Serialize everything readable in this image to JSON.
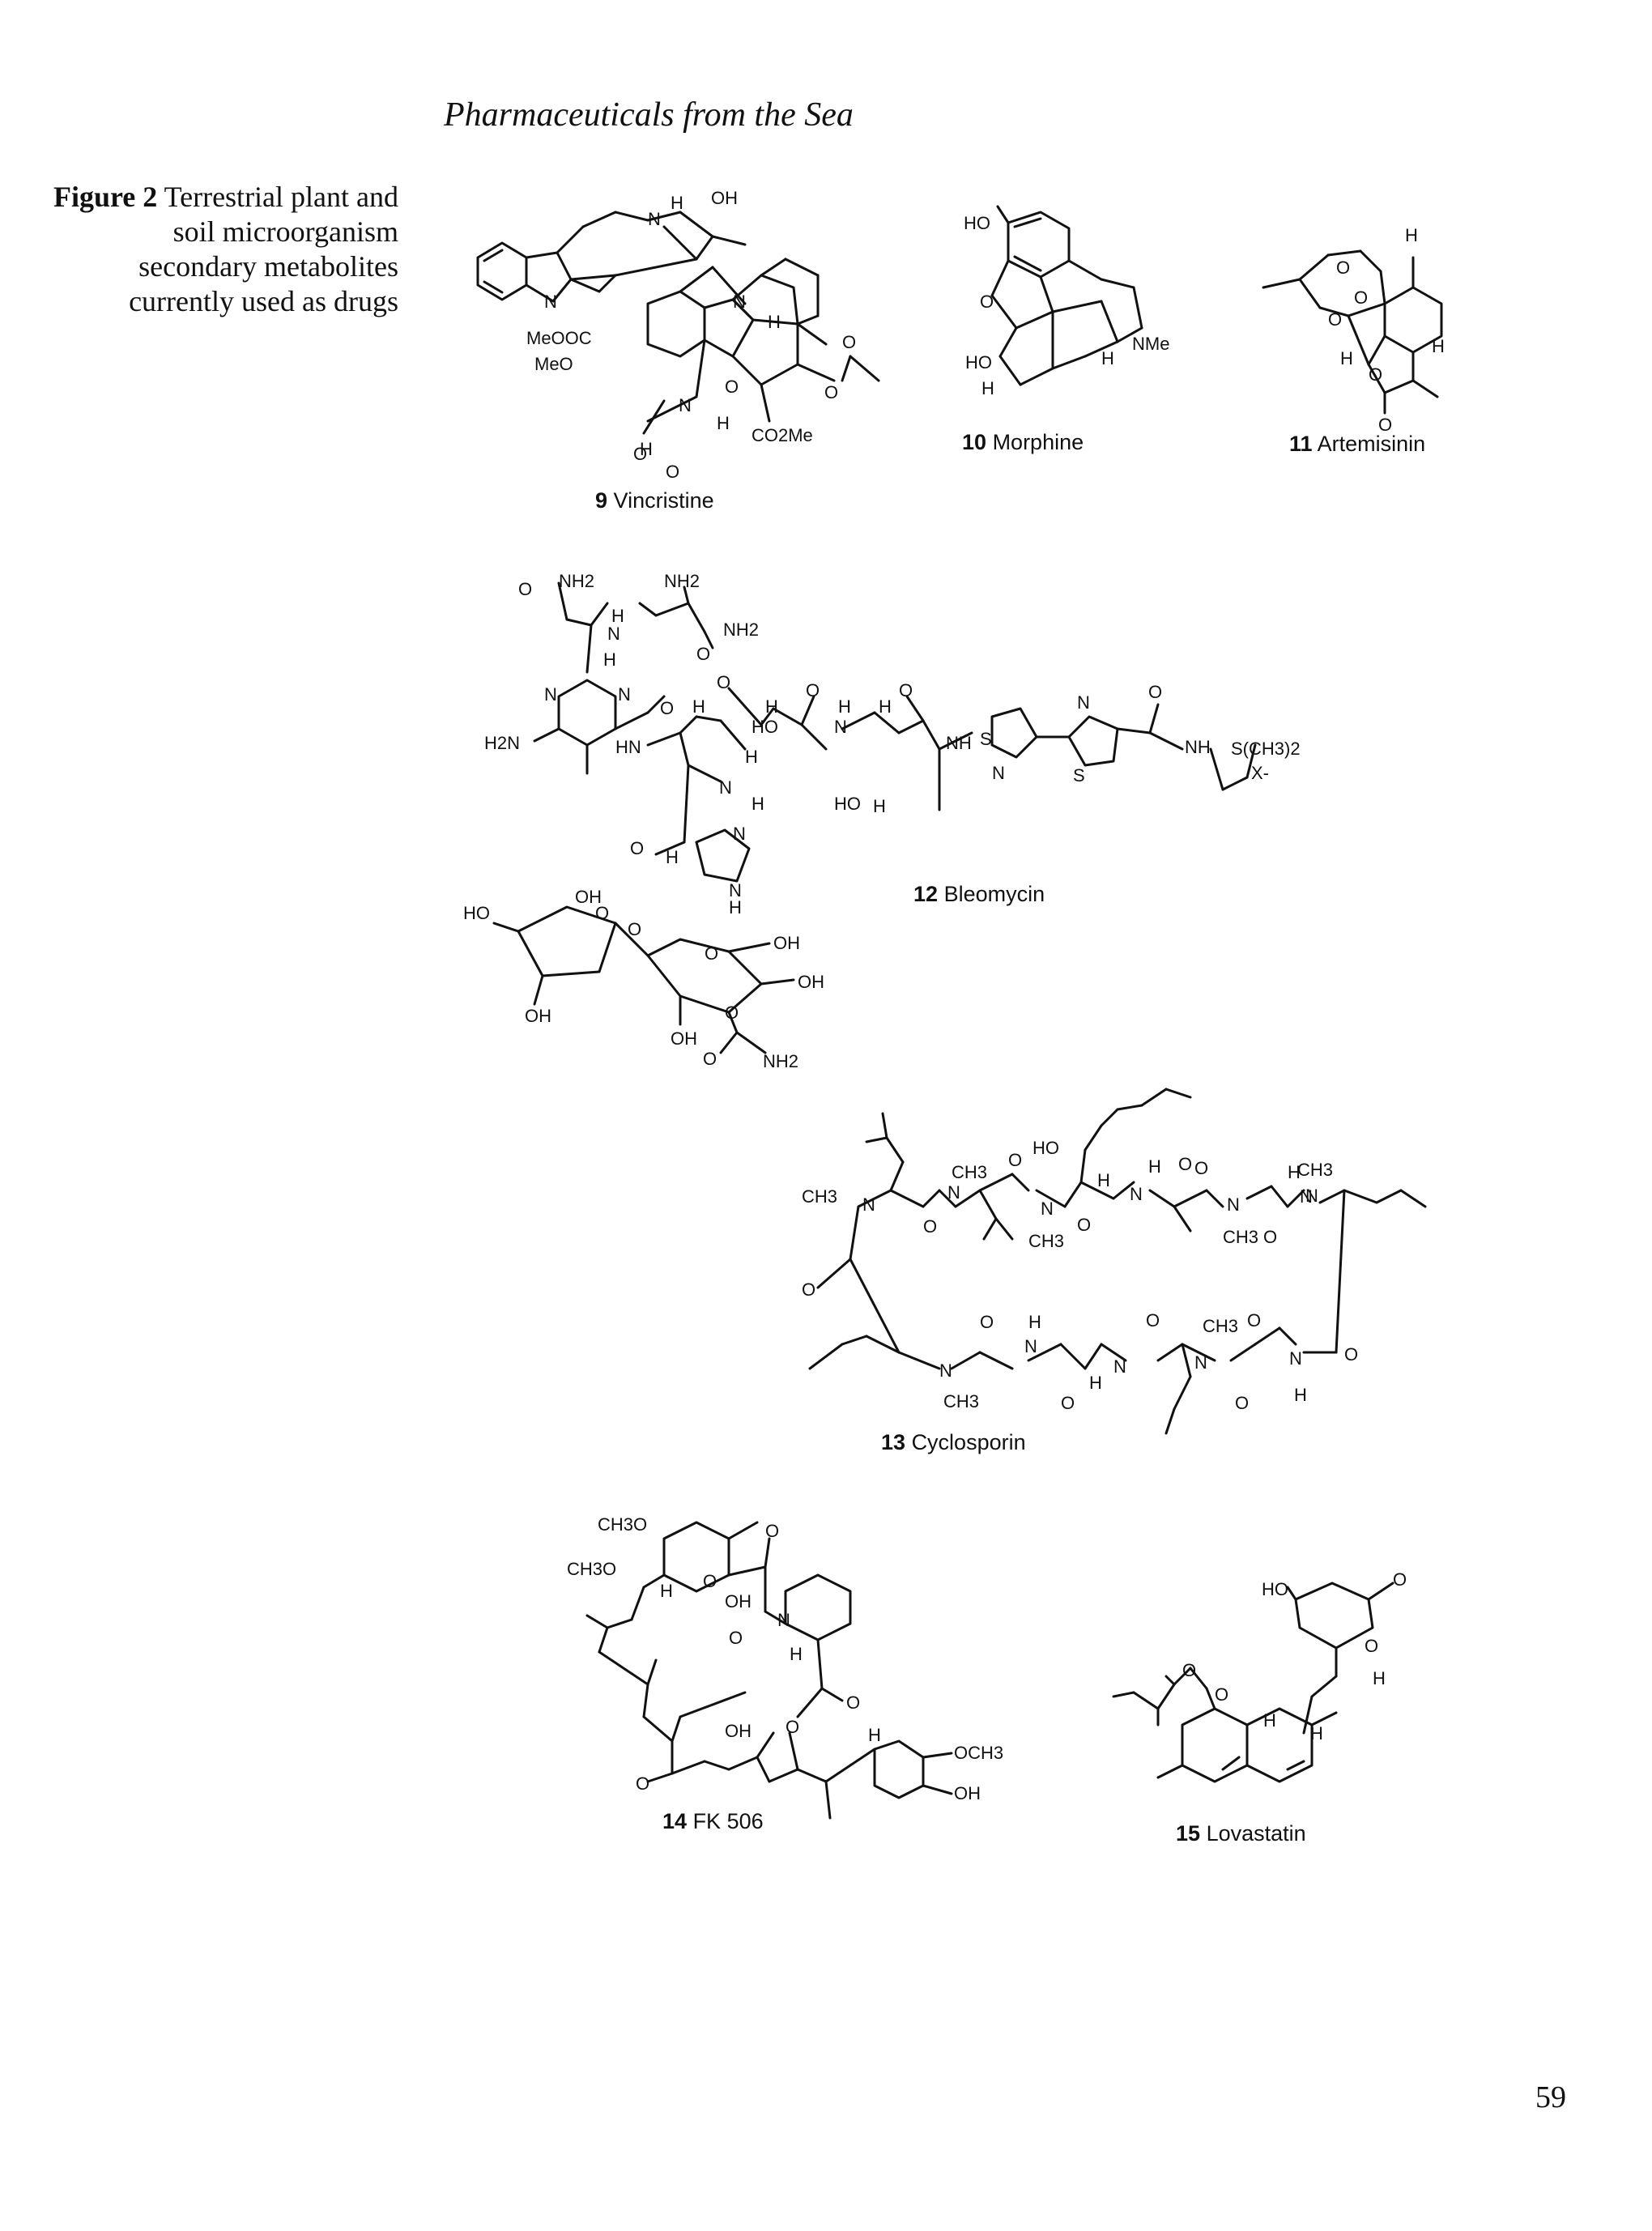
{
  "running_head": "Pharmaceuticals from the Sea",
  "caption": {
    "label": "Figure 2",
    "text": "Terrestrial plant and soil microorganism secondary metabolites currently used as drugs"
  },
  "compounds": [
    {
      "number": "9",
      "name": "Vincristine"
    },
    {
      "number": "10",
      "name": "Morphine"
    },
    {
      "number": "11",
      "name": "Artemisinin"
    },
    {
      "number": "12",
      "name": "Bleomycin"
    },
    {
      "number": "13",
      "name": "Cyclosporin"
    },
    {
      "number": "14",
      "name": "FK 506"
    },
    {
      "number": "15",
      "name": "Lovastatin"
    }
  ],
  "atom_labels": {
    "vincristine": [
      "N",
      "H",
      "OH",
      "N",
      "MeOOC",
      "MeO",
      "N",
      "O",
      "H",
      "N",
      "H",
      "O",
      "CO2Me",
      "O",
      "O",
      "H",
      "O"
    ],
    "morphine": [
      "HO",
      "O",
      "HO",
      "H",
      "H",
      "NMe"
    ],
    "artemisinin": [
      "O",
      "O",
      "O",
      "H",
      "H",
      "H",
      "O",
      "O"
    ],
    "bleomycin": [
      "O",
      "NH2",
      "NH2",
      "H",
      "N",
      "NH2",
      "O",
      "H",
      "N",
      "N",
      "H2N",
      "O",
      "HN",
      "H",
      "O",
      "N",
      "H",
      "H",
      "HO",
      "H",
      "O",
      "N",
      "H",
      "H",
      "O",
      "NH",
      "HO",
      "H",
      "S",
      "N",
      "N",
      "S",
      "O",
      "NH",
      "S(CH3)2",
      "X-",
      "O",
      "H",
      "N",
      "N",
      "H",
      "OH",
      "O",
      "HO",
      "OH",
      "O",
      "O",
      "OH",
      "OH",
      "OH",
      "O",
      "O",
      "NH2"
    ],
    "cyclosporin": [
      "CH3",
      "N",
      "O",
      "N",
      "CH3",
      "O",
      "HO",
      "CH3",
      "N",
      "O",
      "H",
      "H",
      "N",
      "O",
      "N",
      "O",
      "CH3",
      "H",
      "N",
      "O",
      "N",
      "CH3",
      "O",
      "O",
      "N",
      "CH3",
      "O",
      "H",
      "N",
      "O",
      "N",
      "H",
      "N",
      "CH3",
      "O",
      "N",
      "O",
      "H",
      "O"
    ],
    "fk506": [
      "CH3O",
      "CH3O",
      "O",
      "H",
      "OH",
      "O",
      "O",
      "N",
      "H",
      "O",
      "O",
      "OH",
      "O",
      "H",
      "OCH3",
      "OH"
    ],
    "lovastatin": [
      "HO",
      "O",
      "O",
      "O",
      "O",
      "H",
      "H",
      "H"
    ]
  },
  "page_number": "59"
}
